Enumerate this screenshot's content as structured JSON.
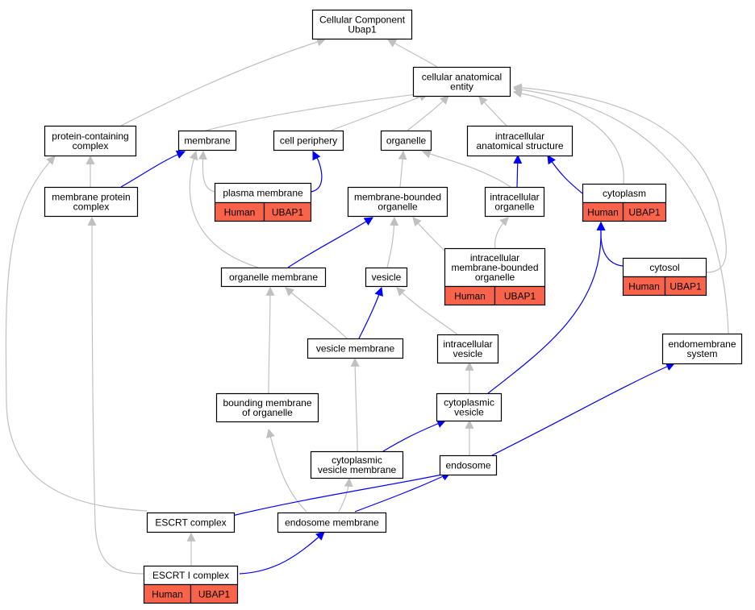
{
  "graph": {
    "nodes": {
      "root": [
        "Cellular Component",
        "Ubap1"
      ],
      "cae": [
        "cellular anatomical",
        "entity"
      ],
      "pcc": [
        "protein-containing",
        "complex"
      ],
      "membrane": [
        "membrane"
      ],
      "cellper": [
        "cell periphery"
      ],
      "organelle": [
        "organelle"
      ],
      "ias": [
        "intracellular",
        "anatomical structure"
      ],
      "mpc": [
        "membrane protein",
        "complex"
      ],
      "pm": [
        "plasma membrane"
      ],
      "mbo": [
        "membrane-bounded",
        "organelle"
      ],
      "io": [
        "intracellular",
        "organelle"
      ],
      "cytoplasm": [
        "cytoplasm"
      ],
      "imbo": [
        "intracellular",
        "membrane-bounded",
        "organelle"
      ],
      "cytosol": [
        "cytosol"
      ],
      "om": [
        "organelle membrane"
      ],
      "vesicle": [
        "vesicle"
      ],
      "vm": [
        "vesicle membrane"
      ],
      "iv": [
        "intracellular",
        "vesicle"
      ],
      "es": [
        "endomembrane",
        "system"
      ],
      "bmo": [
        "bounding membrane",
        "of organelle"
      ],
      "cv": [
        "cytoplasmic",
        "vesicle"
      ],
      "cvm": [
        "cytoplasmic",
        "vesicle membrane"
      ],
      "endosome": [
        "endosome"
      ],
      "escrt": [
        "ESCRT complex"
      ],
      "em": [
        "endosome membrane"
      ],
      "escrt1": [
        "ESCRT I complex"
      ]
    },
    "annotation": {
      "species": "Human",
      "gene": "UBAP1"
    },
    "colors": {
      "is_a_edge": "#c0c0c0",
      "part_of_edge": "#0000ff",
      "annotation_fill": "#f9634a",
      "node_border": "#000000"
    }
  }
}
